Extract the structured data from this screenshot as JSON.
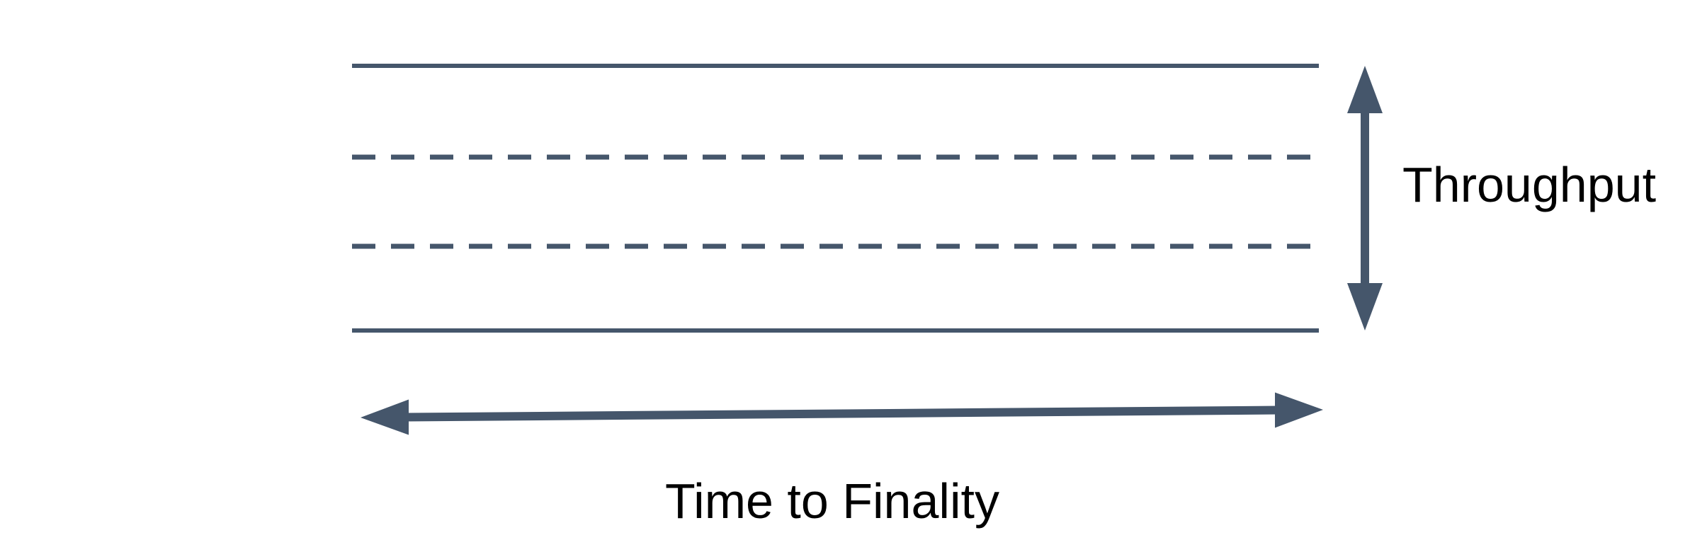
{
  "page": {
    "background_color": "#ffffff"
  },
  "diagram": {
    "type": "annotated-band-diagram",
    "shape_color": "#45566B",
    "text_color": "#000000",
    "band": {
      "lines": [
        {
          "index": 0,
          "style": "solid"
        },
        {
          "index": 1,
          "style": "dashed"
        },
        {
          "index": 2,
          "style": "dashed"
        },
        {
          "index": 3,
          "style": "solid"
        }
      ]
    },
    "labels": {
      "throughput": "Throughput",
      "time_to_finality": "Time to Finality"
    }
  }
}
